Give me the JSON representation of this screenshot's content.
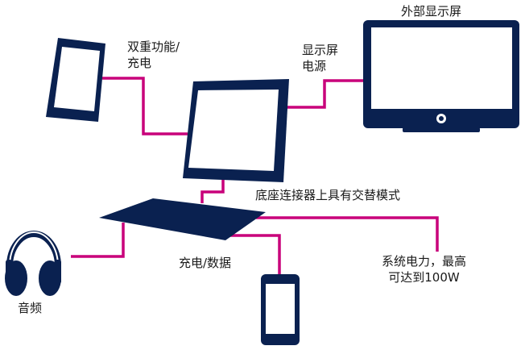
{
  "colors": {
    "device": "#0a2150",
    "connector": "#c8007a"
  },
  "labels": {
    "external_display": "外部显示屏",
    "dual_role_line1": "双重功能/",
    "dual_role_line2": "充电",
    "display_power_line1": "显示屏",
    "display_power_line2": "电源",
    "dock_alt_mode": "底座连接器上具有交替模式",
    "charge_data": "充电/数据",
    "system_power_line1": "系统电力，最高",
    "system_power_line2": "可达到100W",
    "audio": "音频"
  }
}
